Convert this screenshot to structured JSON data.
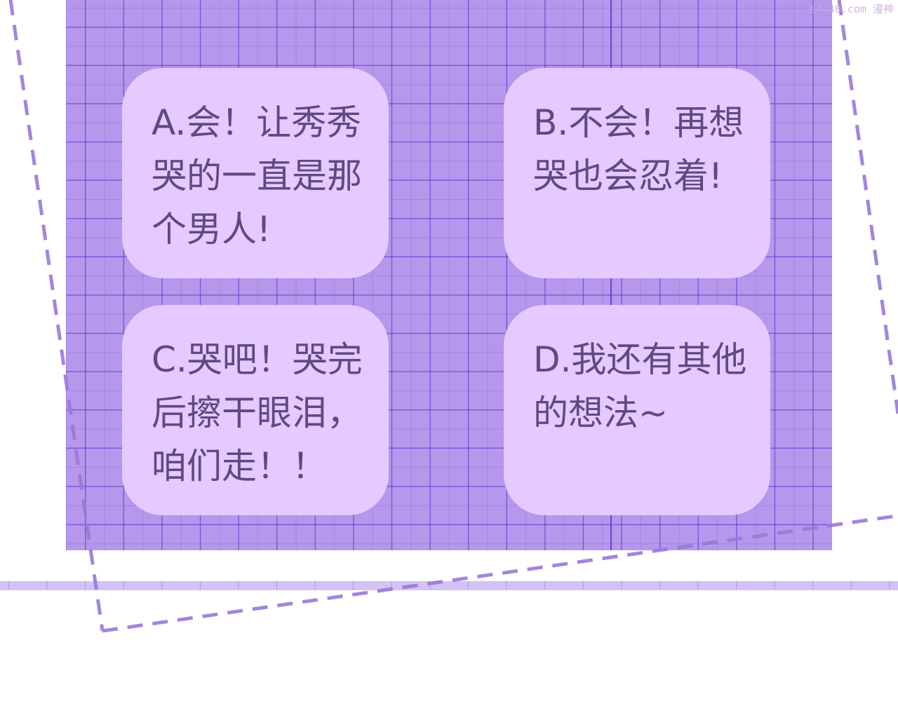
{
  "watermark": "e4440.com 漫神",
  "options": [
    {
      "id": "A",
      "lines": [
        "A.会！让秀秀",
        "哭的一直是那",
        "个男人!"
      ]
    },
    {
      "id": "B",
      "lines": [
        "B.不会！再想",
        "哭也会忍着!"
      ]
    },
    {
      "id": "C",
      "lines": [
        "C.哭吧！哭完",
        "后擦干眼泪，",
        "咱们走！！"
      ]
    },
    {
      "id": "D",
      "lines": [
        "D.我还有其他",
        "的想法~"
      ]
    }
  ],
  "colors": {
    "panel": "#b598ec",
    "card": "#e5c9ff",
    "text": "#5e4a80",
    "dash": "#9a78d8"
  }
}
